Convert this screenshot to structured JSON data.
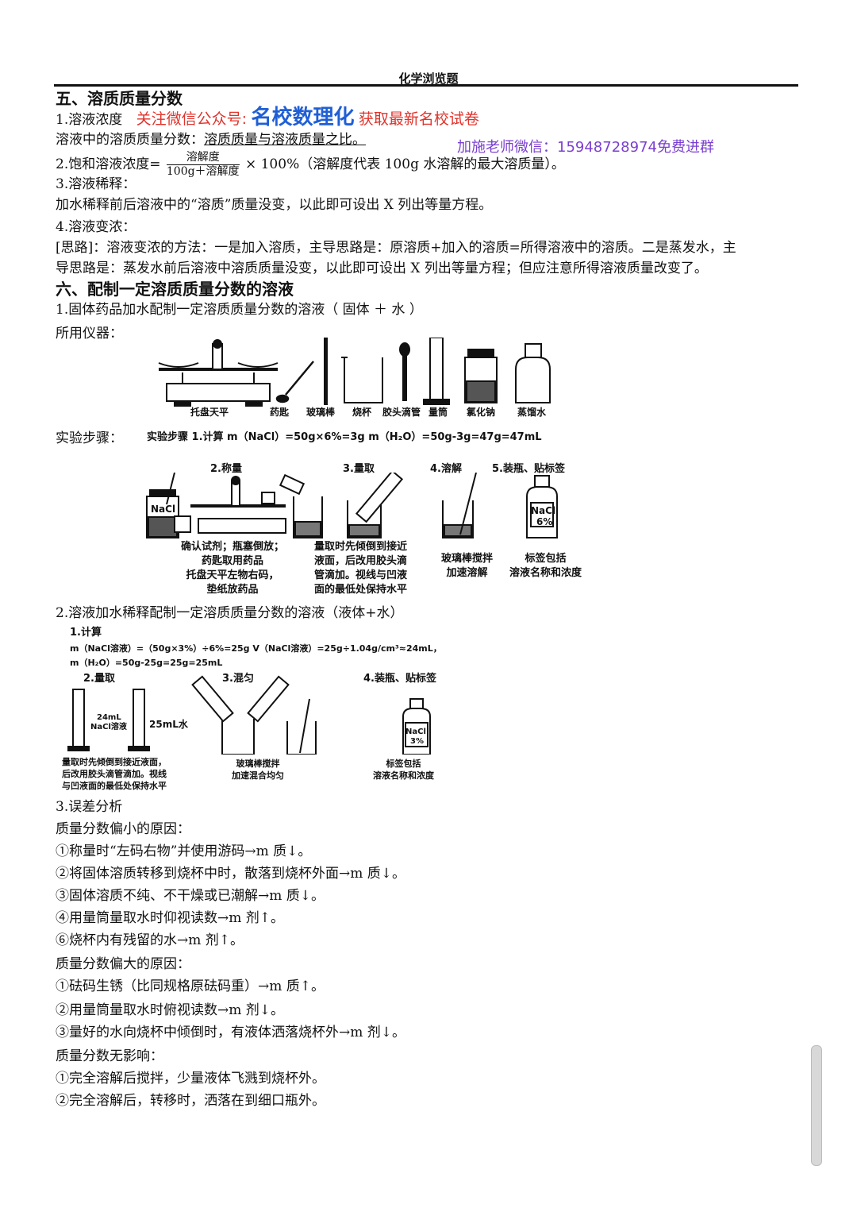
{
  "header": "化学浏览题",
  "s5": {
    "title": "五、溶质质量分数",
    "l1": "1.溶液浓度",
    "promo_red1": "关注微信公众号:",
    "promo_blue": "名校数理化",
    "promo_red2": "获取最新名校试卷",
    "l2a": "溶液中的溶质质量分数：",
    "l2b": "溶质质量与溶液质量之比。",
    "promo_purple": "加施老师微信：15948728974免费进群",
    "l3a": "2.饱和溶液浓度=",
    "frac_num": "溶解度",
    "frac_den": "100g＋溶解度",
    "l3b": "× 100%（溶解度代表 100g 水溶解的最大溶质量）。",
    "l4": "3.溶液稀释：",
    "l5": "加水稀释前后溶液中的“溶质”质量没变，以此即可设出 X 列出等量方程。",
    "l6": "4.溶液变浓：",
    "l7": "[思路]：溶液变浓的方法：一是加入溶质，主导思路是：原溶质+加入的溶质=所得溶液中的溶质。二是蒸发水，主",
    "l8": "导思路是：蒸发水前后溶液中溶质质量没变，以此即可设出 X 列出等量方程；但应注意所得溶液质量改变了。"
  },
  "s6": {
    "title": "六、配制一定溶质质量分数的溶液",
    "l1": "1.固体药品加水配制一定溶质质量分数的溶液（ 固体 ＋ 水 ）",
    "l2": "所用仪器：",
    "instruments": [
      "托盘天平",
      "药匙",
      "玻璃棒",
      "烧杯",
      "胶头滴管",
      "量筒",
      "氯化钠",
      "蒸馏水"
    ],
    "steps_label": "实验步骤：",
    "steps_line": "实验步骤  1.计算  m（NaCl）=50g×6%=3g      m（H₂O）=50g-3g=47g=47mL",
    "step2": "2.称量",
    "step3": "3.量取",
    "step4": "4.溶解",
    "step5": "5.装瓶、贴标签",
    "nacl": "NaCl",
    "nacl6": "6%",
    "cap2": [
      "确认试剂；瓶塞倒放；",
      "药匙取用药品",
      "托盘天平左物右码，",
      "垫纸放药品"
    ],
    "cap3": [
      "量取时先倾倒到接近",
      "液面，后改用胶头滴",
      "管滴加。视线与凹液",
      "面的最低处保持水平"
    ],
    "cap4": [
      "玻璃棒搅拌",
      "加速溶解"
    ],
    "cap5": [
      "标签包括",
      "溶液名称和浓度"
    ],
    "p2_title": "2.溶液加水稀释配制一定溶质质量分数的溶液（液体+水）",
    "p2_calc": "1.计算",
    "p2_l1": "m（NaCl溶液）=（50g×3%）÷6%=25g   V（NaCl溶液）=25g÷1.04g/cm³≈24mL，",
    "p2_l2": "m（H₂O）=50g-25g=25g=25mL",
    "p2_s2": "2.量取",
    "p2_s3": "3.混匀",
    "p2_s4": "4.装瓶、贴标签",
    "p2_24": "24mL",
    "p2_nacl_sol": "NaCl溶液",
    "p2_25": "25mL水",
    "nacl3": "3%",
    "p2_cap2": [
      "量取时先倾倒到接近液面，",
      "后改用胶头滴管滴加。视线",
      "与凹液面的最低处保持水平"
    ],
    "p2_cap3": [
      "玻璃棒搅拌",
      "加速混合均匀"
    ],
    "p2_cap4": [
      "标签包括",
      "溶液名称和浓度"
    ]
  },
  "errors": {
    "title": "3.误差分析",
    "small_title": "质量分数偏小的原因：",
    "small": [
      "①称量时“左码右物”并使用游码→m 质↓。",
      "②将固体溶质转移到烧杯中时，散落到烧杯外面→m 质↓。",
      "③固体溶质不纯、不干燥或已潮解→m 质↓。",
      "④用量筒量取水时仰视读数→m 剂↑。",
      "⑥烧杯内有残留的水→m 剂↑。"
    ],
    "big_title": "质量分数偏大的原因：",
    "big": [
      "①砝码生锈（比同规格原砝码重）→m 质↑。",
      "②用量筒量取水时俯视读数→m 剂↓。",
      "③量好的水向烧杯中倾倒时，有液体洒落烧杯外→m 剂↓。"
    ],
    "none_title": "质量分数无影响：",
    "none": [
      "①完全溶解后搅拌，少量液体飞溅到烧杯外。",
      "②完全溶解后，转移时，洒落在到细口瓶外。"
    ]
  }
}
